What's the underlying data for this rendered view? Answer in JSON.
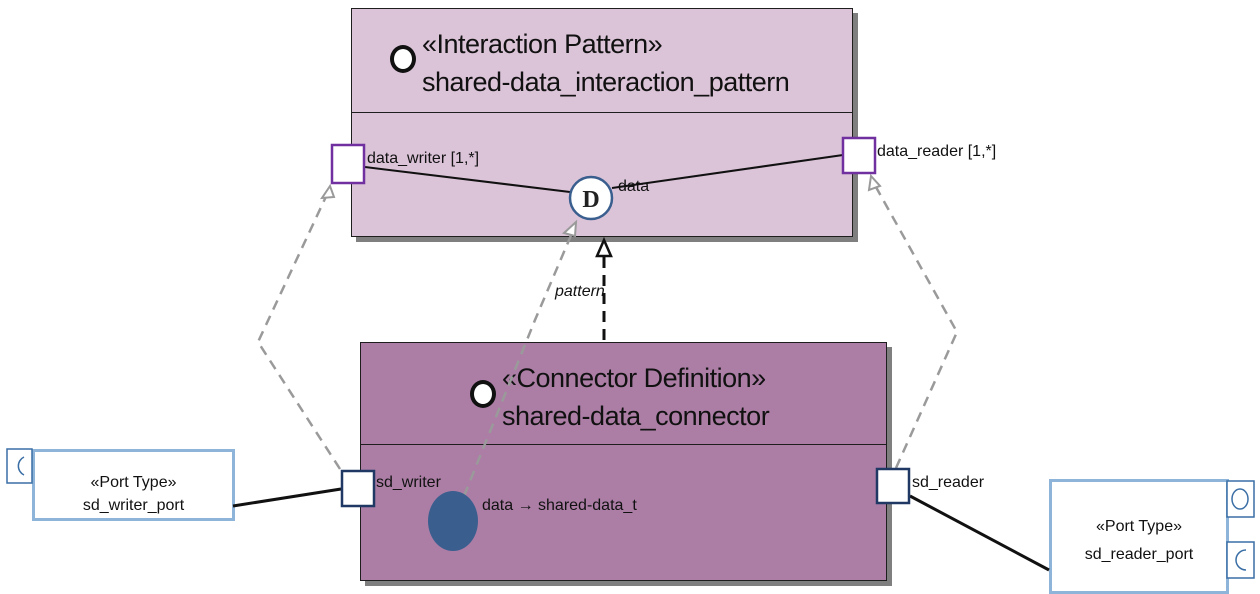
{
  "interaction_pattern": {
    "stereotype": "«Interaction Pattern»",
    "name": "shared-data_interaction_pattern",
    "ports": {
      "writer": "data_writer [1,*]",
      "reader": "data_reader [1,*]"
    },
    "data_node": {
      "glyph": "D",
      "label": "data"
    }
  },
  "connector_definition": {
    "stereotype": "«Connector Definition»",
    "name": "shared-data_connector",
    "ports": {
      "writer": "sd_writer",
      "reader": "sd_reader"
    },
    "data_label": "data → shared-data_t"
  },
  "pattern_label": "pattern",
  "port_types": {
    "writer": {
      "stereotype": "«Port Type»",
      "name": "sd_writer_port"
    },
    "reader": {
      "stereotype": "«Port Type»",
      "name": "sd_reader_port"
    }
  },
  "colors": {
    "interaction_pattern_fill": "#dbc3d8",
    "connector_definition_fill": "#ac7ea6",
    "pattern_port_border": "#7030a0",
    "connector_port_border": "#1f3864",
    "port_type_border": "#8fb4d9",
    "data_circle_fill": "#3a5f8f",
    "dependency_gray": "#9a9a9a"
  },
  "icons": [
    "class-circle-icon",
    "data-d-icon",
    "port-type-half-circle-icon",
    "port-type-circle-icon"
  ]
}
